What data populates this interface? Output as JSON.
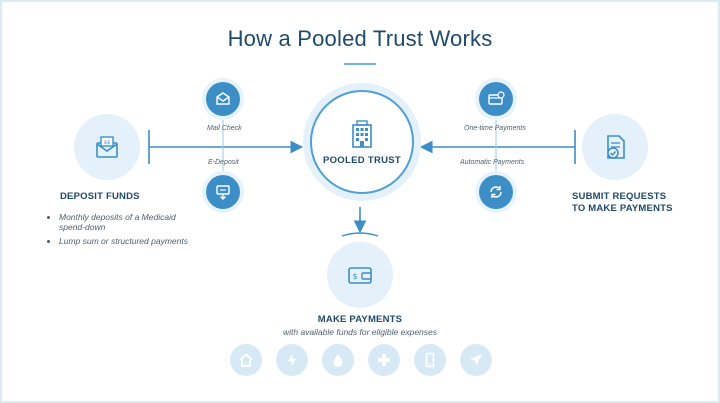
{
  "title": "How a Pooled Trust Works",
  "hub": {
    "label": "POOLED TRUST",
    "icon": "building-icon"
  },
  "deposit": {
    "heading": "DEPOSIT FUNDS",
    "icon": "envelope-check-icon",
    "bullets": [
      "Monthly deposits of a Medicaid spend-down",
      "Lump sum or structured payments"
    ],
    "methods": [
      {
        "label": "Mail Check",
        "icon": "mail-icon"
      },
      {
        "label": "E-Deposit",
        "icon": "deposit-card-icon"
      }
    ]
  },
  "requests": {
    "heading_line1": "SUBMIT REQUESTS",
    "heading_line2": "TO MAKE PAYMENTS",
    "icon": "document-check-icon",
    "methods": [
      {
        "label": "One-time Payments",
        "icon": "payment-card-icon"
      },
      {
        "label": "Automatic Payments",
        "icon": "recurring-icon"
      }
    ]
  },
  "payments": {
    "heading": "MAKE PAYMENTS",
    "subheading": "with available funds for eligible expenses",
    "icon": "wallet-icon",
    "expense_icons": [
      "home-icon",
      "electricity-icon",
      "water-icon",
      "medical-icon",
      "phone-icon",
      "travel-icon"
    ]
  },
  "colors": {
    "primary": "#3d8ec7",
    "dark": "#1f4a6b",
    "light": "#e4f1fa",
    "muted": "#d7e9f5"
  }
}
